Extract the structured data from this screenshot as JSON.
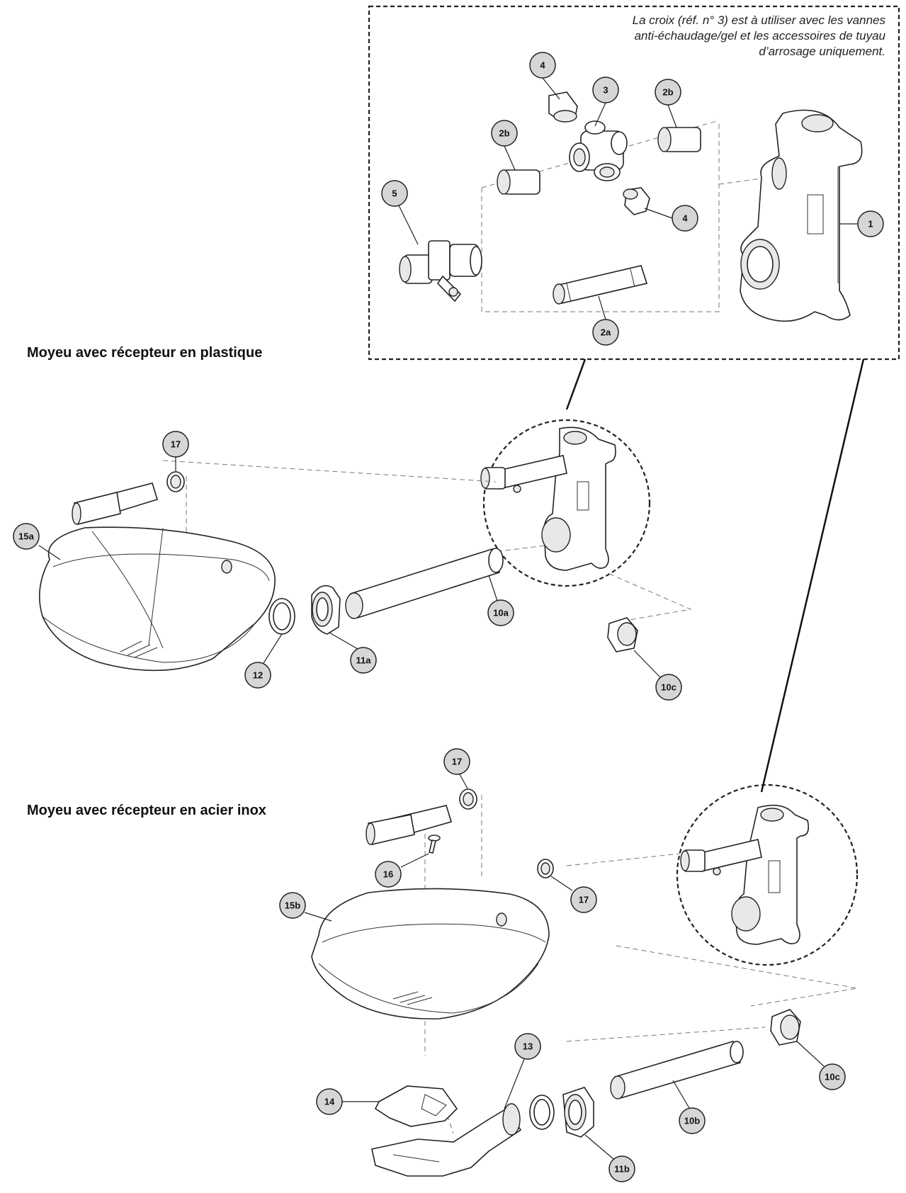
{
  "note": {
    "line1": "La croix (réf. n° 3) est à utiliser avec les vannes",
    "line2": "anti-échaudage/gel et les accessoires de tuyau",
    "line3": "d’arrosage uniquement."
  },
  "headings": {
    "plastic": "Moyeu avec récepteur en plastique",
    "steel": "Moyeu avec récepteur en acier inox"
  },
  "callouts": {
    "c1": "1",
    "c2a": "2a",
    "c2b_left": "2b",
    "c2b_right": "2b",
    "c3": "3",
    "c4_top": "4",
    "c4_bottom": "4",
    "c5": "5",
    "c17_plastic": "17",
    "c15a": "15a",
    "c12": "12",
    "c11a": "11a",
    "c10a": "10a",
    "c10c_plastic": "10c",
    "c17_steel_top": "17",
    "c16": "16",
    "c15b": "15b",
    "c17_steel_right": "17",
    "c13": "13",
    "c14": "14",
    "c11b": "11b",
    "c10b": "10b",
    "c10c_steel": "10c"
  }
}
